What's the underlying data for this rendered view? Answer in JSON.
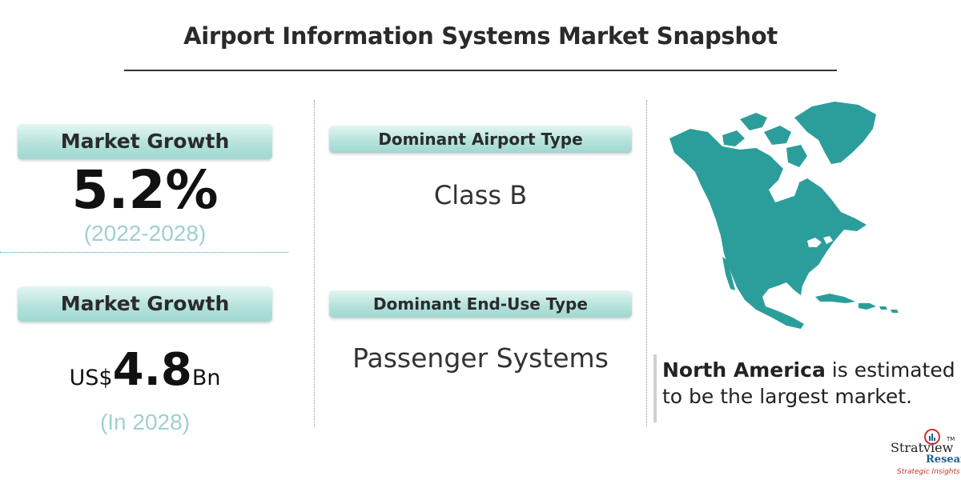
{
  "title": "Airport Information Systems Market Snapshot",
  "left_panel": {
    "growth_label": "Market Growth",
    "growth_value": "5.2%",
    "growth_period": "(2022-2028)",
    "size_label": "Market Growth",
    "size_prefix": "US$",
    "size_value": "4.8",
    "size_suffix": "Bn",
    "size_year": "(In 2028)"
  },
  "middle_panel": {
    "airport_type_label": "Dominant Airport Type",
    "airport_type_value": "Class B",
    "end_use_label": "Dominant End-Use Type",
    "end_use_value": "Passenger Systems"
  },
  "right_panel": {
    "region_name": "North America",
    "region_text": " is estimated",
    "region_text_line2": "to be the largest market."
  },
  "logo": {
    "brand": "Stratview",
    "brand_line2": "Research",
    "trademark": "TM",
    "tagline": "Strategic Insights Delivered"
  },
  "colors": {
    "teal_map": "#2b9e9c",
    "teal_text": "#9fd0d0",
    "pill_gradient_top": "#e4f6f3",
    "pill_gradient_bottom": "#9fd8d0"
  },
  "icons": {
    "map": "north-america-map",
    "logo": "stratview-logo-icon"
  }
}
